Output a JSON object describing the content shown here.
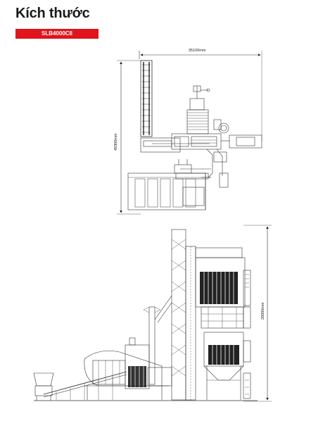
{
  "header": {
    "title": "Kích thước",
    "model": "SLB4000C8"
  },
  "plan_view": {
    "width_dimension": "35100mm",
    "depth_dimension": "49300mm"
  },
  "elevation_view": {
    "height_dimension": "28000mm"
  },
  "colors": {
    "accent": "#e0141b",
    "line": "#333333"
  }
}
